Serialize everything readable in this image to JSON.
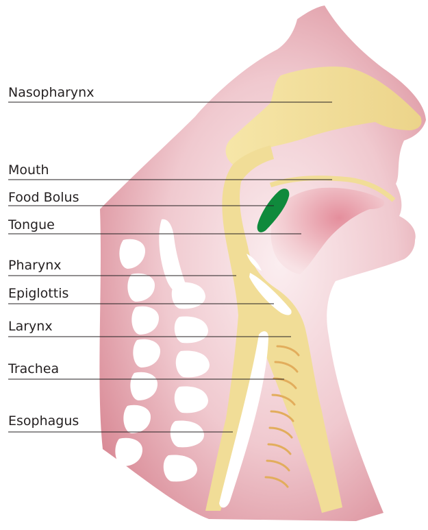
{
  "labels": {
    "nasopharynx": "Nasopharynx",
    "mouth": "Mouth",
    "food_bolus": "Food Bolus",
    "tongue": "Tongue",
    "pharynx": "Pharynx",
    "epiglottis": "Epiglottis",
    "larynx": "Larynx",
    "trachea": "Trachea",
    "esophagus": "Esophagus"
  },
  "colors": {
    "skin_outer": "#d98a96",
    "skin_inner": "#f6dfe2",
    "airway": "#f1dd97",
    "tongue": "#e6a2ad",
    "bolus": "#0f8a3c",
    "bone": "#ffffff",
    "cartilage": "#e2ad5c",
    "text": "#231f20"
  }
}
